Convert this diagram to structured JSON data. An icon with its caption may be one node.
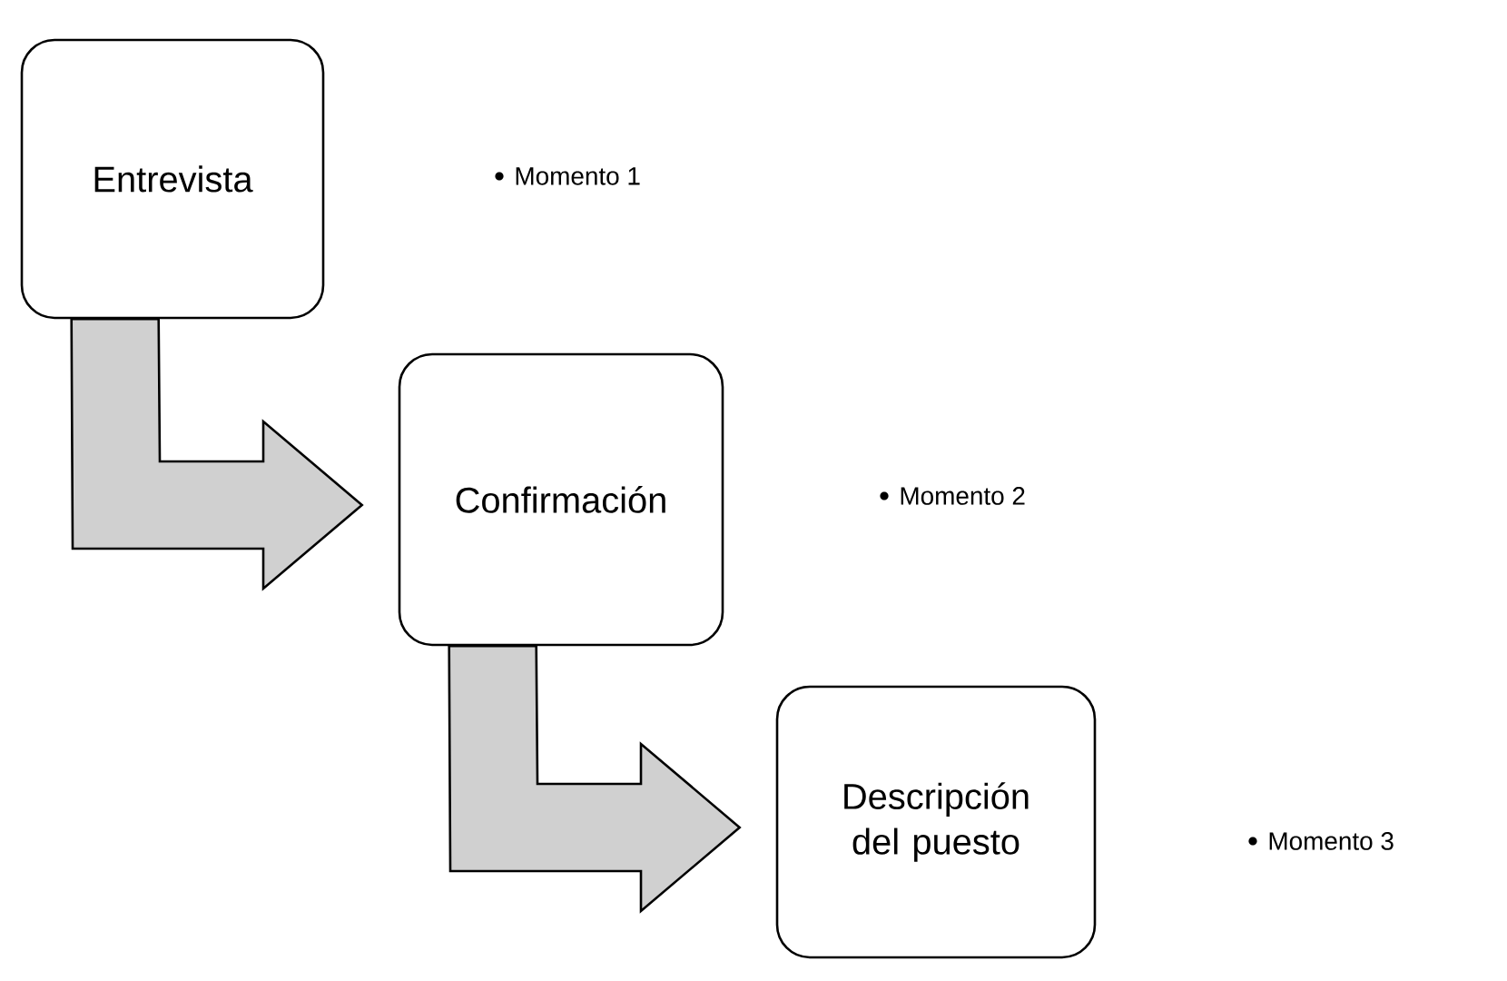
{
  "diagram": {
    "nodes": [
      {
        "text": [
          "Entrevista"
        ]
      },
      {
        "text": [
          "Confirmación"
        ]
      },
      {
        "text": [
          "Descripción del puesto"
        ]
      }
    ],
    "edges": [
      {
        "from": 0,
        "to": 1,
        "arrow": "to"
      },
      {
        "from": 1,
        "to": 2,
        "arrow": "to"
      }
    ],
    "labels": [
      "Momento 1",
      "Momento 2",
      "Momento 3"
    ]
  }
}
